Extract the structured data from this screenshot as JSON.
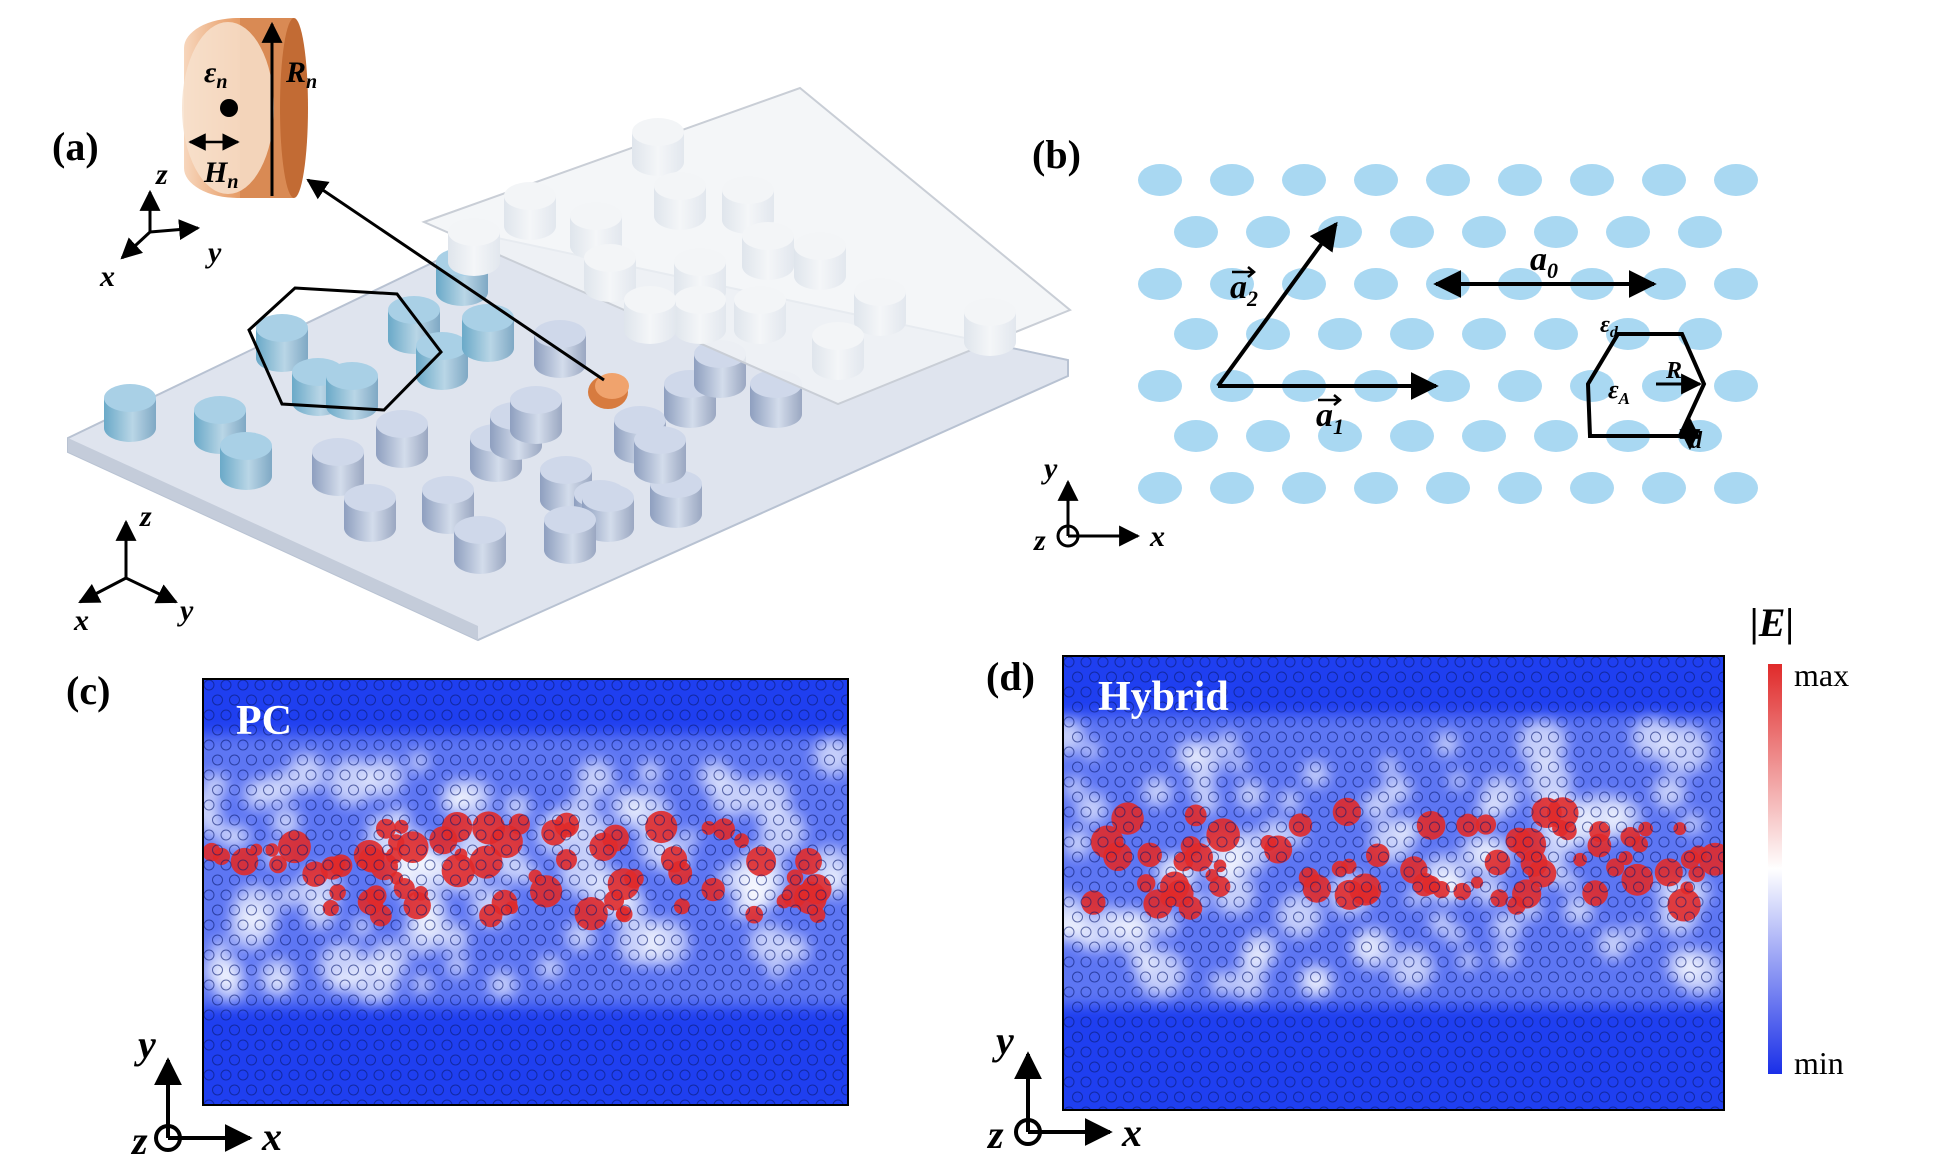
{
  "panels": {
    "a": {
      "label": "(a)",
      "cylinder_symbols": {
        "permittivity": "ε",
        "permittivity_sub": "n",
        "radius": "R",
        "radius_sub": "n",
        "height": "H",
        "height_sub": "n"
      },
      "axes_top": {
        "z": "z",
        "y": "y",
        "x": "x"
      },
      "axes_bottom": {
        "z": "z",
        "y": "y",
        "x": "x"
      }
    },
    "b": {
      "label": "(b)",
      "vec_a2": "a",
      "vec_a2_sub": "2",
      "vec_a1": "a",
      "vec_a1_sub": "1",
      "lattice": "a",
      "lattice_sub": "0",
      "eps_d": "ε",
      "eps_d_sub": "d",
      "eps_a": "ε",
      "eps_a_sub": "A",
      "radius": "R",
      "distance": "d",
      "axes": {
        "y": "y",
        "z": "z",
        "x": "x"
      }
    },
    "c": {
      "label": "(c)",
      "map_title": "PC",
      "axes": {
        "y": "y",
        "z": "z",
        "x": "x"
      }
    },
    "d": {
      "label": "(d)",
      "map_title": "Hybrid",
      "axes": {
        "y": "y",
        "z": "z",
        "x": "x"
      },
      "colorbar": {
        "title": "|E|",
        "max": "max",
        "min": "min"
      }
    }
  },
  "colors": {
    "pillar_blue": "#a9d8f2",
    "field_background": "#1f3ff0",
    "field_hot": "#e02a2a",
    "copper": "#e08a4e"
  }
}
